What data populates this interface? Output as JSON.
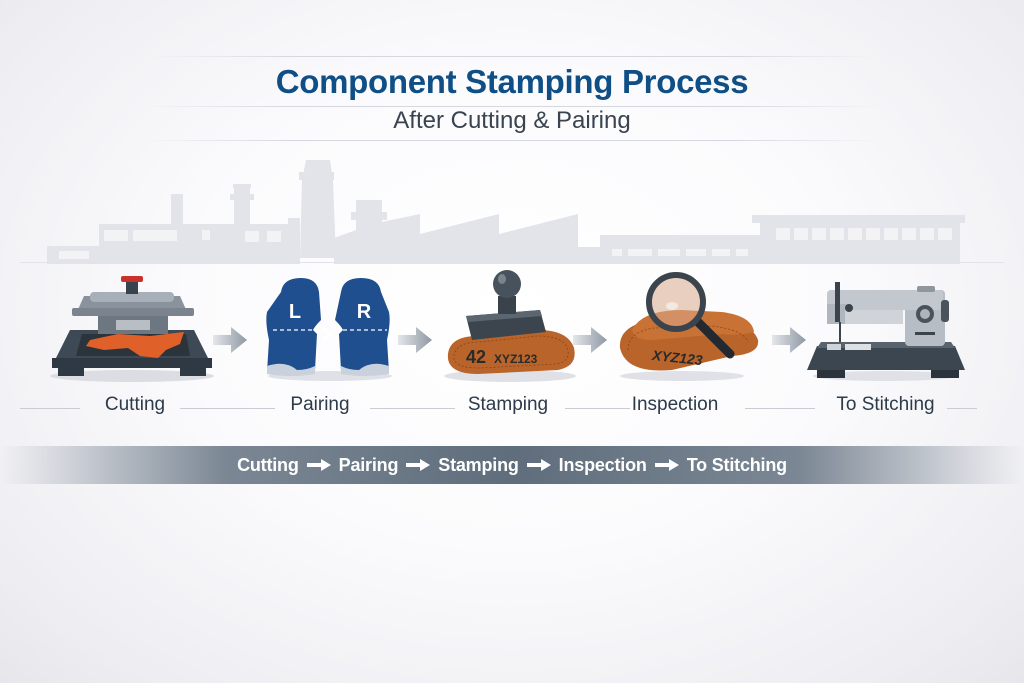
{
  "header": {
    "title": "Component Stamping Process",
    "subtitle": "After Cutting & Pairing"
  },
  "colors": {
    "title": "#0f4f86",
    "subtitle": "#3a4350",
    "label": "#2c3a4a",
    "leather": "#b9642a",
    "pairing_blue": "#1f4f8f",
    "summary_bar": "#5f6d7c"
  },
  "steps": [
    {
      "label": "Cutting",
      "icon": "die-cutting-press-icon"
    },
    {
      "label": "Pairing",
      "icon": "left-right-pair-icon",
      "left_mark": "L",
      "right_mark": "R"
    },
    {
      "label": "Stamping",
      "icon": "rubber-stamp-icon",
      "stamp_size": "42",
      "stamp_code": "XYZ123"
    },
    {
      "label": "Inspection",
      "icon": "magnifier-inspection-icon",
      "stamp_code": "XYZ123"
    },
    {
      "label": "To Stitching",
      "icon": "sewing-machine-icon"
    }
  ],
  "summary": {
    "items": [
      "Cutting",
      "Pairing",
      "Stamping",
      "Inspection",
      "To Stitching"
    ]
  }
}
